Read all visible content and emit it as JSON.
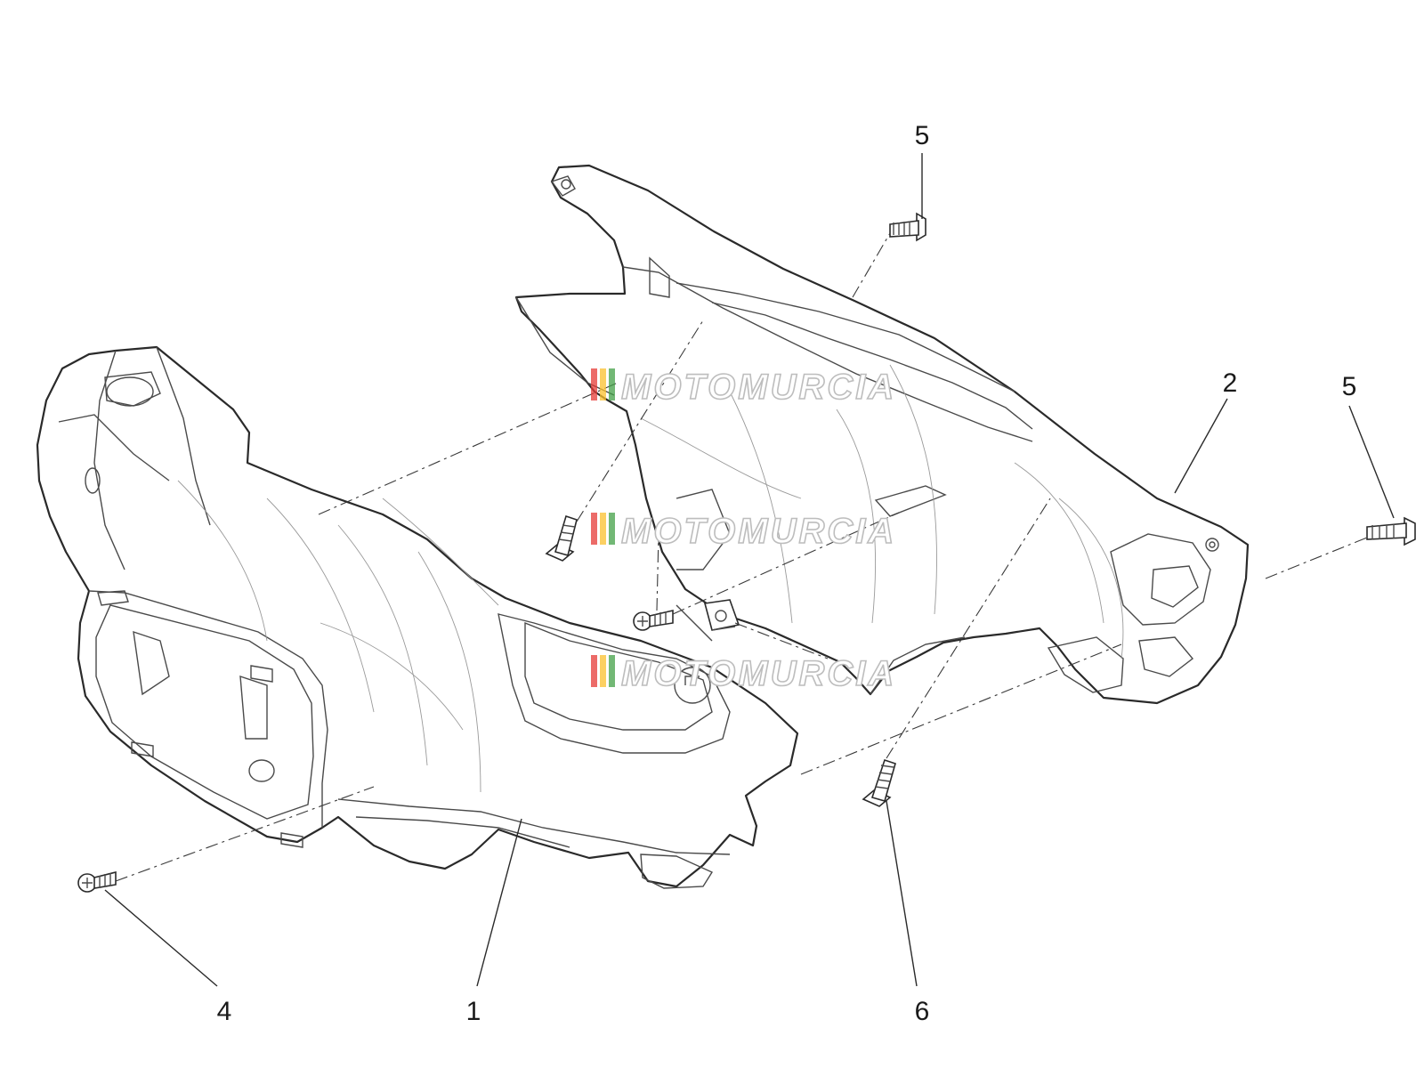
{
  "callouts": [
    {
      "id": "c5a",
      "label": "5"
    },
    {
      "id": "c2",
      "label": "2"
    },
    {
      "id": "c5b",
      "label": "5"
    },
    {
      "id": "c4",
      "label": "4"
    },
    {
      "id": "c1",
      "label": "1"
    },
    {
      "id": "c6",
      "label": "6"
    }
  ],
  "watermark": {
    "text": "MOTOMURCIA",
    "stripe_colors": [
      "#e53935",
      "#fbc02d",
      "#43a047"
    ]
  }
}
